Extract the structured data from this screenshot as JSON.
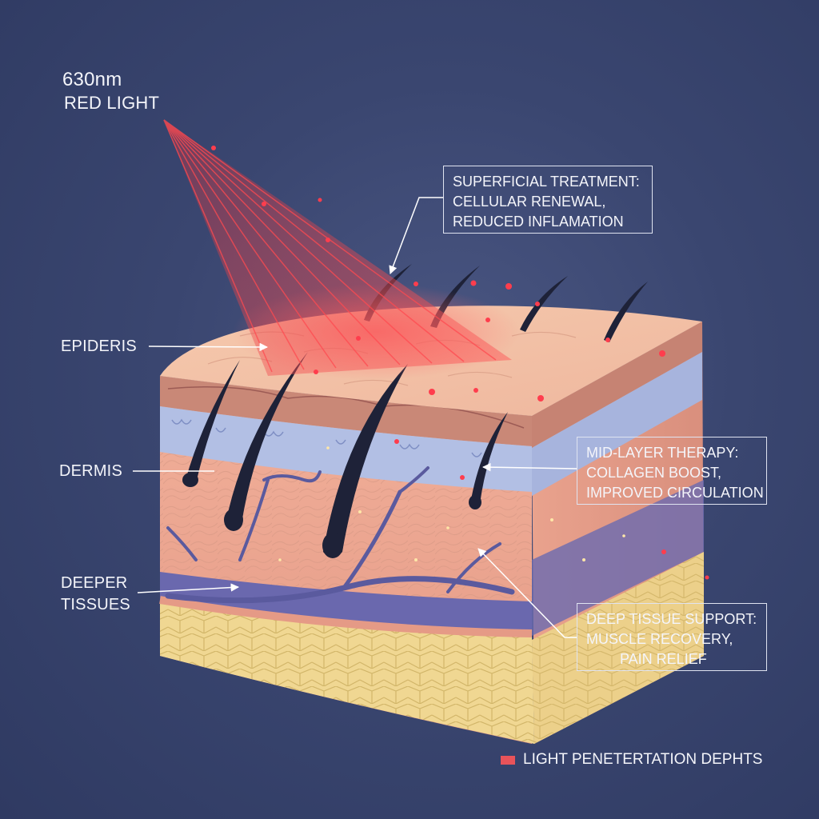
{
  "light": {
    "wavelength": "630nm",
    "name": "RED LIGHT"
  },
  "layers": {
    "epidermis": "EPIDERIS",
    "dermis": "DERMIS",
    "deeper_line1": "DEEPER",
    "deeper_line2": "TISSUES"
  },
  "callouts": {
    "superficial": [
      "SUPERFICIAL TREATMENT:",
      "CELLULAR RENEWAL,",
      "REDUCED INFLAMATION"
    ],
    "mid": [
      "MID-LAYER THERAPY:",
      "COLLAGEN BOOST,",
      "IMPROVED CIRCULATION"
    ],
    "deep": [
      "DEEP TISSUE SUPPORT:",
      "MUSCLE RECOVERY,",
      "PAIN RELIEF"
    ]
  },
  "legend": {
    "label": "LIGHT PENETERTATION DEPHTS",
    "color": "#e8535a"
  },
  "colors": {
    "background": "#3a4670",
    "epidermis_top": "#f2c1a6",
    "dermis_band": "#b6c3e6",
    "flesh": "#eea892",
    "vessels": "#5a5a9e",
    "fat": "#f0d792",
    "hair": "#1e2238",
    "beam": "#e8434a"
  }
}
